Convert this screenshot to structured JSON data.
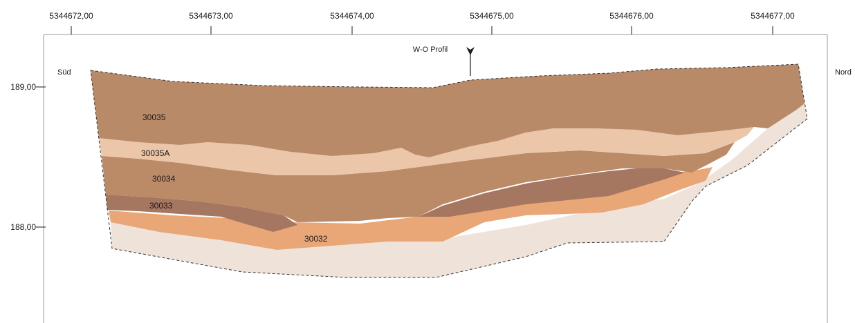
{
  "x_axis": {
    "ticks": [
      "5344672,00",
      "5344673,00",
      "5344674,00",
      "5344675,00",
      "5344676,00",
      "5344677,00"
    ]
  },
  "y_axis": {
    "ticks": [
      "189,00",
      "188,00"
    ]
  },
  "profile_title": "W-O Profil",
  "side_labels": {
    "left": "Süd",
    "right": "Nord"
  },
  "layers": [
    {
      "id": "30035",
      "label": "30035",
      "color": "#b98a68"
    },
    {
      "id": "30035A",
      "label": "30035A",
      "color": "#ebc6a9"
    },
    {
      "id": "30034",
      "label": "30034",
      "color": "#bb8a67"
    },
    {
      "id": "30033",
      "label": "30033",
      "color": "#a57660"
    },
    {
      "id": "30032",
      "label": "30032",
      "color": "#e9a677"
    },
    {
      "id": "base",
      "label": "",
      "color": "#efe2d9"
    }
  ],
  "colors": {
    "outline": "#333333",
    "frame": "#9a9a9a",
    "text": "#1a1a1a"
  }
}
